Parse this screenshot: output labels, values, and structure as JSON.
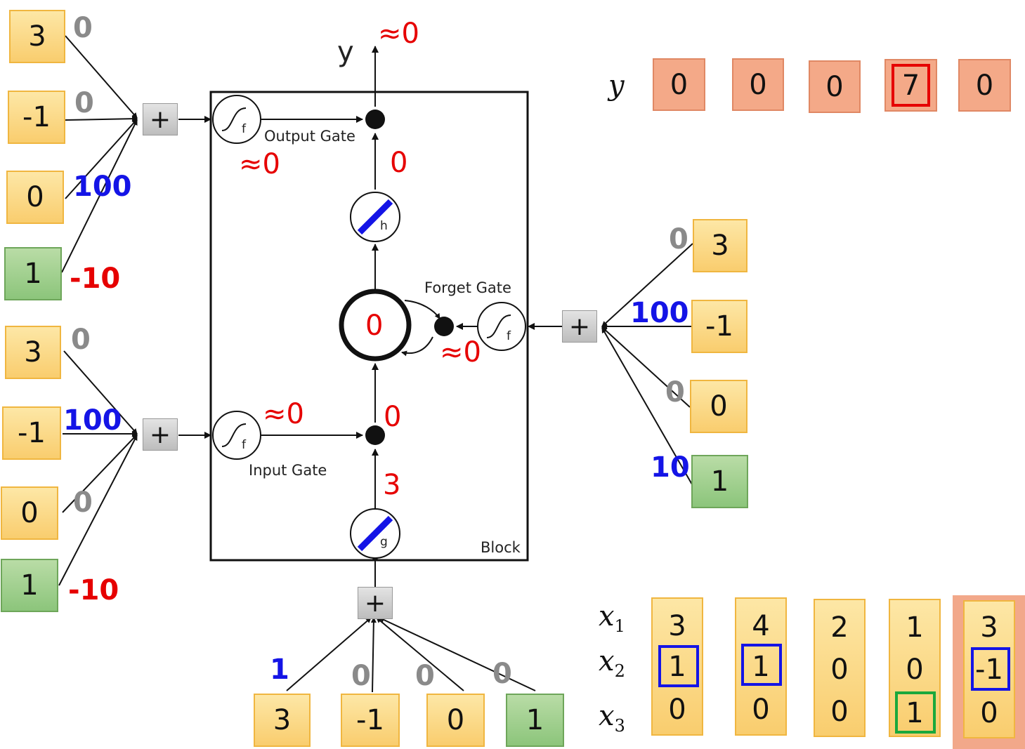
{
  "left_output_gate": {
    "inputs": [
      "3",
      "-1",
      "0",
      "1"
    ],
    "weights": [
      "0",
      "0",
      "100",
      "-10"
    ]
  },
  "left_input_gate": {
    "inputs": [
      "3",
      "-1",
      "0",
      "1"
    ],
    "weights": [
      "0",
      "100",
      "0",
      "-10"
    ]
  },
  "right_forget_gate": {
    "inputs": [
      "3",
      "-1",
      "0",
      "1"
    ],
    "weights": [
      "0",
      "100",
      "0",
      "10"
    ]
  },
  "bottom_cell_input": {
    "inputs": [
      "3",
      "-1",
      "0",
      "1"
    ],
    "weights": [
      "1",
      "0",
      "0",
      "0"
    ]
  },
  "plus_label": "+",
  "block": {
    "output_gate_label": "Output Gate",
    "input_gate_label": "Input Gate",
    "forget_gate_label": "Forget Gate",
    "block_label": "Block",
    "output_symbol": "y",
    "gate_f": "f",
    "gate_h": "h",
    "gate_g": "g",
    "values": {
      "y_out": "≈0",
      "output_gate": "≈0",
      "h_out": "0",
      "cell": "0",
      "forget_gate": "≈0",
      "input_gate": "≈0",
      "gated_input": "0",
      "g_out": "3"
    }
  },
  "y_sequence": {
    "label": "y",
    "values": [
      "0",
      "0",
      "0",
      "7",
      "0"
    ]
  },
  "x_sequence": {
    "row_labels": [
      {
        "base": "x",
        "sub": "1"
      },
      {
        "base": "x",
        "sub": "2"
      },
      {
        "base": "x",
        "sub": "3"
      }
    ],
    "columns": [
      [
        "3",
        "1",
        "0"
      ],
      [
        "4",
        "1",
        "0"
      ],
      [
        "2",
        "0",
        "0"
      ],
      [
        "1",
        "0",
        "1"
      ],
      [
        "3",
        "-1",
        "0"
      ]
    ]
  },
  "colors": {
    "weight_grey": "#8a8a8a",
    "weight_blue": "#1414e6",
    "weight_red": "#e60000",
    "value_red": "#e60000",
    "input_box": "#f9cd6e",
    "bias_box": "#8cc57b",
    "y_box": "#f4a988",
    "highlight_blue": "#1414e6",
    "highlight_green": "#1aa83c",
    "highlight_red": "#e60000"
  }
}
